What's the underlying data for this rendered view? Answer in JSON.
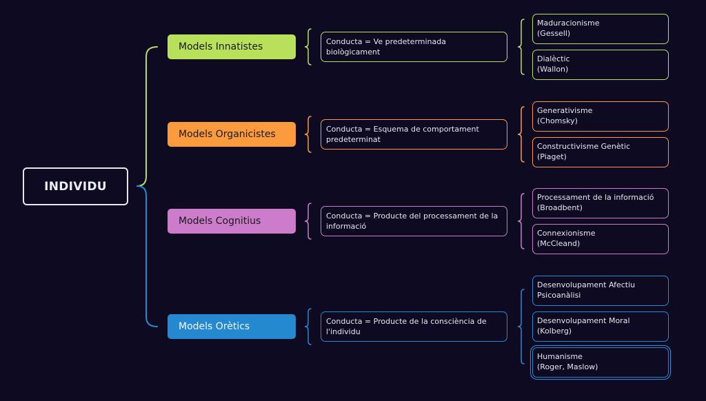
{
  "root": {
    "label": "INDIVIDU"
  },
  "colors": {
    "background": "#0e0a22",
    "innatistes": "#b8e05a",
    "organicistes": "#fb9b3d",
    "cognitius": "#cc7ccb",
    "oretics": "#2589cf"
  },
  "models": [
    {
      "label": "Models Innatistes",
      "color_key": "innatistes",
      "description": "Conducta = Ve predeterminada biològicament",
      "children": [
        {
          "line1": "Maduracionisme",
          "line2": "(Gessell)"
        },
        {
          "line1": "Dialèctic",
          "line2": "(Wallon)"
        }
      ]
    },
    {
      "label": "Models Organicistes",
      "color_key": "organicistes",
      "description": "Conducta = Esquema de comportament predeterminat",
      "children": [
        {
          "line1": "Generativisme",
          "line2": "(Chomsky)"
        },
        {
          "line1": "Constructivisme Genètic",
          "line2": "(Piaget)"
        }
      ]
    },
    {
      "label": "Models Cognitius",
      "color_key": "cognitius",
      "description": "Conducta = Producte del processament de la informació",
      "children": [
        {
          "line1": "Processament de la informació",
          "line2": "(Broadbent)"
        },
        {
          "line1": "Connexionisme",
          "line2": "(McCleand)"
        }
      ]
    },
    {
      "label": "Models Orètics",
      "color_key": "oretics",
      "description": "Conducta = Producte de la consciència de l'individu",
      "children": [
        {
          "line1": "Desenvolupament Afectiu",
          "line2": "Psicoanàlisi"
        },
        {
          "line1": "Desenvolupament Moral",
          "line2": "(Kolberg)"
        },
        {
          "line1": "Humanisme",
          "line2": "(Roger, Maslow)",
          "selected": true
        }
      ]
    }
  ]
}
